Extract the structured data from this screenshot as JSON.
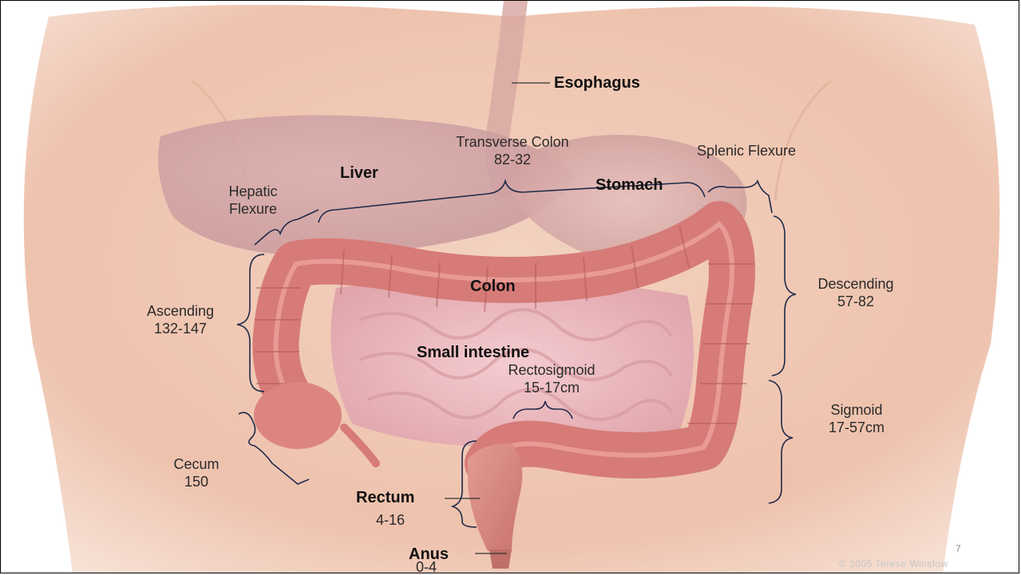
{
  "organs": {
    "esophagus": "Esophagus",
    "liver": "Liver",
    "stomach": "Stomach",
    "colon": "Colon",
    "small_intestine": "Small intestine",
    "rectum": "Rectum",
    "anus": "Anus"
  },
  "segments": {
    "transverse": {
      "name": "Transverse Colon",
      "value": "82-32"
    },
    "splenic": {
      "name": "Splenic Flexure"
    },
    "hepatic": {
      "line1": "Hepatic",
      "line2": "Flexure"
    },
    "descending": {
      "name": "Descending",
      "value": "57-82"
    },
    "ascending": {
      "name": "Ascending",
      "value": "132-147"
    },
    "rectosigmoid": {
      "name": "Rectosigmoid",
      "value": "15-17cm"
    },
    "sigmoid": {
      "name": "Sigmoid",
      "value": "17-57cm"
    },
    "cecum": {
      "name": "Cecum",
      "value": "150"
    },
    "rectum_value": "4-16",
    "anus_value": "0-4"
  },
  "page_number": "7",
  "copyright": "© 2005 Terese Winslow"
}
